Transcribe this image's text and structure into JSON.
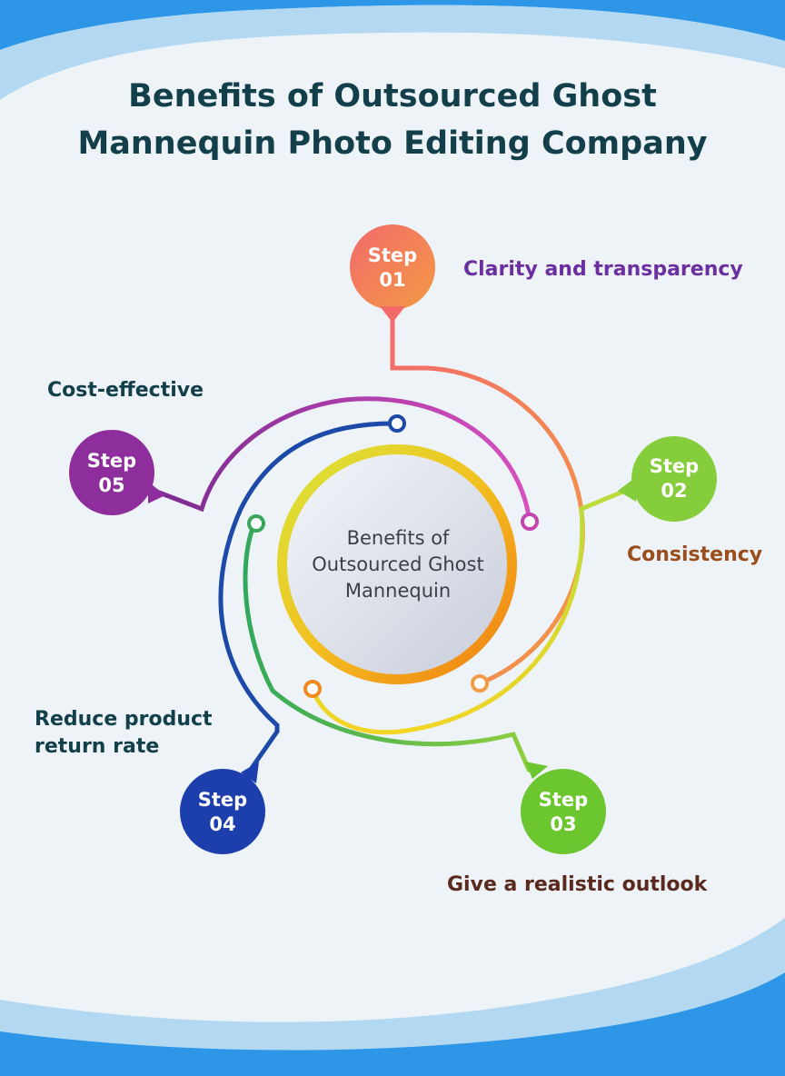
{
  "title": {
    "line1": "Benefits of Outsourced Ghost",
    "line2": "Mannequin Photo Editing Company"
  },
  "center": {
    "line1": "Benefits of",
    "line2": "Outsourced Ghost",
    "line3": "Mannequin"
  },
  "steps": [
    {
      "label_top": "Step",
      "number": "01",
      "benefit": [
        "Clarity and transparency"
      ],
      "color": "#f0606a",
      "text_color": "#6b2fa0"
    },
    {
      "label_top": "Step",
      "number": "02",
      "benefit": [
        "Consistency"
      ],
      "color": "#86cd3c",
      "text_color": "#9a4e1e"
    },
    {
      "label_top": "Step",
      "number": "03",
      "benefit": [
        "Give a realistic outlook"
      ],
      "color": "#6cc630",
      "text_color": "#5a2a1e"
    },
    {
      "label_top": "Step",
      "number": "04",
      "benefit": [
        "Reduce product",
        "return rate"
      ],
      "color": "#1d3fae",
      "text_color": "#123f4a"
    },
    {
      "label_top": "Step",
      "number": "05",
      "benefit": [
        "Cost-effective"
      ],
      "color": "#8e2d9c",
      "text_color": "#123f4a"
    }
  ],
  "colors": {
    "title": "#123f4a",
    "background": "#eef3f7",
    "wave_dark": "#1e8ee6",
    "wave_light": "#a6d3f1"
  }
}
